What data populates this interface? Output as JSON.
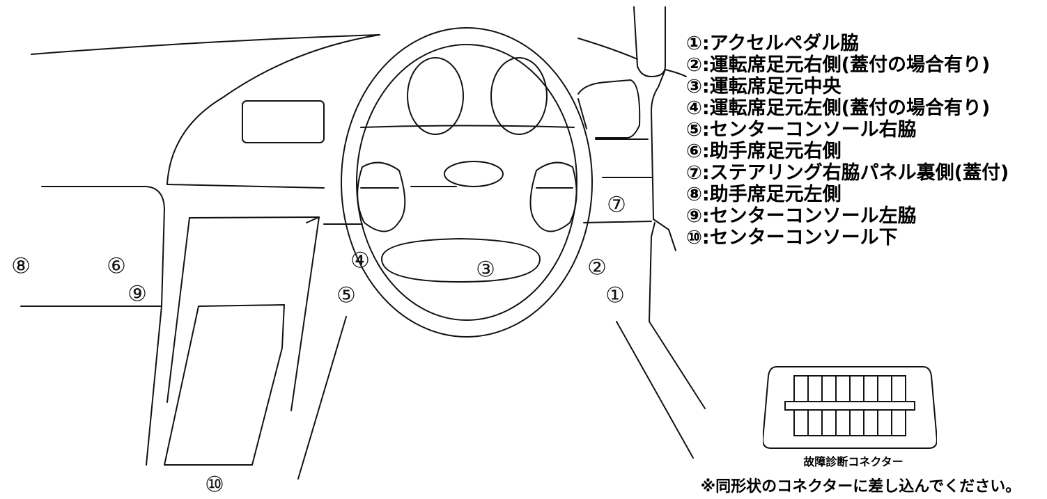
{
  "markers": {
    "m1": "①",
    "m2": "②",
    "m3": "③",
    "m4": "④",
    "m5": "⑤",
    "m6": "⑥",
    "m7": "⑦",
    "m8": "⑧",
    "m9": "⑨",
    "m10": "⑩"
  },
  "legend": [
    "①:アクセルペダル脇",
    "②:運転席足元右側(蓋付の場合有り)",
    "③:運転席足元中央",
    "④:運転席足元左側(蓋付の場合有り)",
    "⑤:センターコンソール右脇",
    "⑥:助手席足元右側",
    "⑦:ステアリング右脇パネル裏側(蓋付)",
    "⑧:助手席足元左側",
    "⑨:センターコンソール左脇",
    "⑩:センターコンソール下"
  ],
  "connector": {
    "caption": "故障診断コネクター",
    "pin_count_per_row": 8
  },
  "footnote": "※同形状のコネクターに差し込んでください。"
}
